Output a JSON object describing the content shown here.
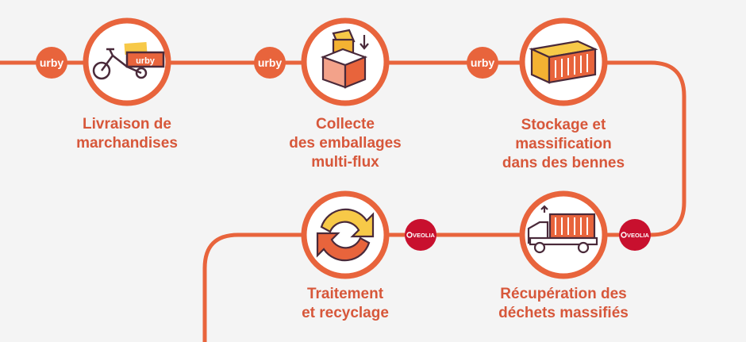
{
  "brand": {
    "urby_color": "#e8643c",
    "veolia_color": "#c8102e",
    "line_color": "#e8643c",
    "text_color": "#d7573a"
  },
  "badges": {
    "urby": "urby",
    "veolia": "VEOLIA"
  },
  "steps": [
    {
      "icon": "cargo-bike-icon",
      "label_lines": [
        "Livraison de",
        "marchandises"
      ]
    },
    {
      "icon": "boxes-icon",
      "label_lines": [
        "Collecte",
        "des emballages",
        "multi-flux"
      ]
    },
    {
      "icon": "container-icon",
      "label_lines": [
        "Stockage et",
        "massification",
        "dans des bennes"
      ]
    },
    {
      "icon": "truck-icon",
      "label_lines": [
        "Récupération des",
        "déchets massifiés"
      ]
    },
    {
      "icon": "recycle-icon",
      "label_lines": [
        "Traitement",
        "et recyclage"
      ]
    }
  ]
}
